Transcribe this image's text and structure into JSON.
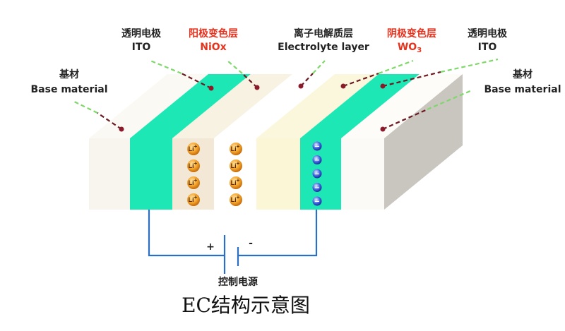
{
  "labels": {
    "ito_left": {
      "cn": "透明电极",
      "en": "ITO"
    },
    "niox": {
      "cn": "阳极变色层",
      "en": "NiOx"
    },
    "electrolyte": {
      "cn": "离子电解质层",
      "en": "Electrolyte layer"
    },
    "wo3": {
      "cn": "阴极变色层",
      "en": "WO",
      "sub": "3"
    },
    "ito_right": {
      "cn": "透明电极",
      "en": "ITO"
    },
    "base_left": {
      "cn": "基材",
      "en": "Base material"
    },
    "base_right": {
      "cn": "基材",
      "en": "Base material"
    }
  },
  "ions": {
    "li": "Li",
    "li_charge": "+",
    "electron": "−"
  },
  "circuit": {
    "plus": "+",
    "minus": "-",
    "power_label": "控制电源"
  },
  "title": "EC结构示意图",
  "colors": {
    "ito": "#1de8b5",
    "base": "#fbf9f3",
    "niox": "#f7efe2",
    "electrolyte": "#ffffff",
    "wo3": "#fbf7dc",
    "side": "#c9c6bf",
    "wire": "#2a6fc4",
    "label_red": "#e8321e"
  }
}
